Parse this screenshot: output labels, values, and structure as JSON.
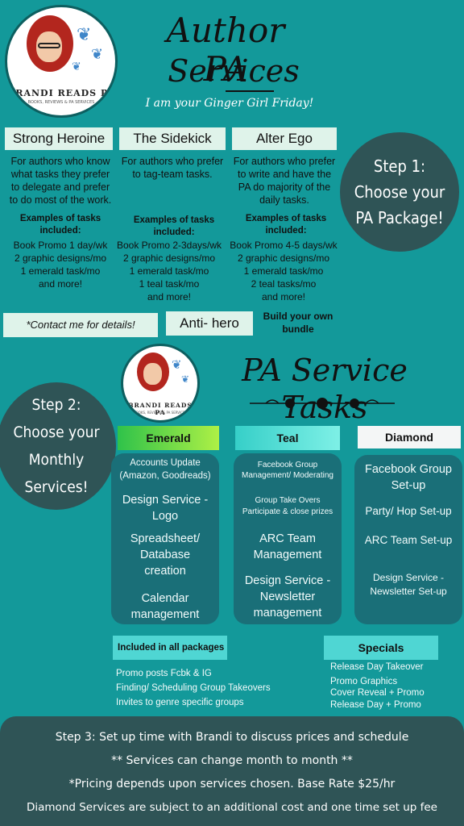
{
  "logo": {
    "brand": "BRANDI READS PA",
    "tagline": "BOOKS, REVIEWS & PA SERVICES"
  },
  "header": {
    "title_line1": "Author PA",
    "title_line2": "Services",
    "tagline": "I am your Ginger Girl Friday!"
  },
  "packages": [
    {
      "name": "Strong Heroine",
      "description": "For authors who know what tasks they prefer to delegate and prefer to do most of the work.",
      "examples_heading": "Examples of tasks included:",
      "examples": [
        "Book Promo 1 day/wk",
        "2 graphic designs/mo",
        "1 emerald task/mo",
        "and more!"
      ]
    },
    {
      "name": "The Sidekick",
      "description": "For authors who prefer to tag-team tasks.",
      "examples_heading": "Examples of tasks included:",
      "examples": [
        "Book Promo 2-3days/wk",
        "2 graphic designs/mo",
        "1 emerald task/mo",
        "1 teal task/mo",
        "and more!"
      ]
    },
    {
      "name": "Alter Ego",
      "description": "For authors who prefer to write and have the PA do majority of the daily tasks.",
      "examples_heading": "Examples of tasks included:",
      "examples": [
        "Book Promo 4-5 days/wk",
        "2 graphic designs/mo",
        "1 emerald task/mo",
        "2 teal tasks/mo",
        "and more!"
      ]
    }
  ],
  "step1": {
    "line1": "Step 1:",
    "line2": "Choose your",
    "line3": "PA Package!"
  },
  "contact_note": "*Contact me for details!",
  "anti_hero": "Anti- hero",
  "build_bundle": "Build your own bundle",
  "tasks_title": "PA Service Tasks",
  "step2": {
    "line1": "Step 2:",
    "line2": "Choose your",
    "line3": "Monthly",
    "line4": "Services!"
  },
  "tiers": {
    "emerald": {
      "label": "Emerald",
      "items": [
        "Accounts Update (Amazon, Goodreads)",
        "Design Service - Logo",
        "Spreadsheet/ Database creation",
        "Calendar management"
      ]
    },
    "teal": {
      "label": "Teal",
      "items": [
        "Facebook Group Management/ Moderating",
        "Group Take Overs Participate & close prizes",
        "ARC Team Management",
        "Design Service - Newsletter management"
      ]
    },
    "diamond": {
      "label": "Diamond",
      "items": [
        "Facebook Group Set-up",
        "Party/ Hop Set-up",
        "ARC Team Set-up",
        "Design Service - Newsletter Set-up"
      ]
    }
  },
  "included": {
    "label": "Included in all packages",
    "items": [
      "Promo posts Fcbk & IG",
      "Finding/ Scheduling Group Takeovers",
      "Invites to genre specific groups"
    ]
  },
  "specials": {
    "label": "Specials",
    "items": [
      "Release Day Takeover",
      "Promo Graphics",
      "Cover Reveal + Promo",
      "Release Day + Promo"
    ]
  },
  "footer": {
    "line1": "Step 3: Set up time with Brandi to discuss prices and schedule",
    "line2": "** Services can change month to month **",
    "line3": "*Pricing depends upon services chosen. Base Rate $25/hr",
    "line4": "Diamond Services are subject to an additional cost and one time set up fee"
  },
  "colors": {
    "background": "#13999a",
    "dark": "#2f5456",
    "panel": "#1a6f78",
    "emerald": "#4fd35a",
    "teal": "#3fd6d0",
    "tab": "#dff3ea"
  }
}
